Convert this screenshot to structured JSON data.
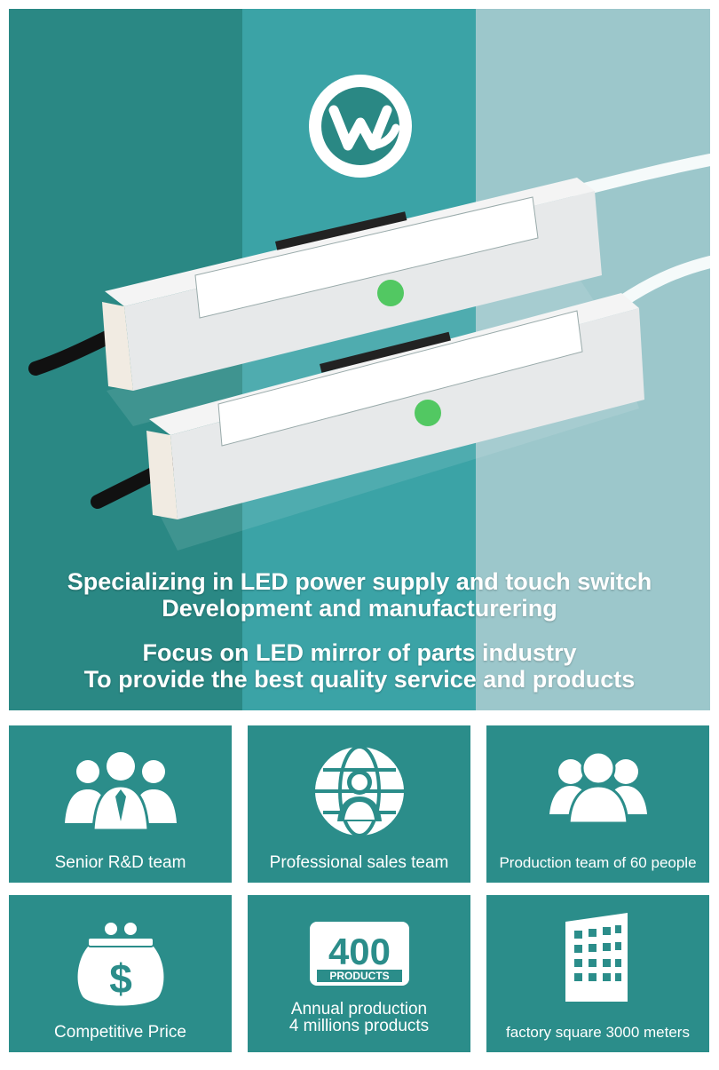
{
  "colors": {
    "teal_dark": "#2a8884",
    "teal_mid": "#3ba3a6",
    "teal_light": "#9cc7cb",
    "tile_bg": "#2b8d8a",
    "text": "#ffffff"
  },
  "hero": {
    "logo_icon": "wl-logo-icon",
    "headline_line1": "Specializing in LED power supply and touch switch",
    "headline_line2": "Development and manufacturering",
    "tagline_line1": "Focus on LED mirror of parts industry",
    "tagline_line2": "To provide the best quality service and products"
  },
  "features": [
    {
      "icon": "team-icon",
      "label": "Senior R&D team"
    },
    {
      "icon": "globe-person-icon",
      "label": "Professional sales team"
    },
    {
      "icon": "people-group-icon",
      "label": "Production team of 60 people"
    },
    {
      "icon": "coin-purse-icon",
      "label": "Competitive Price"
    },
    {
      "icon": "products-badge-icon",
      "badge_number": "400",
      "badge_text": "PRODUCTS",
      "label_line1": "Annual production",
      "label_line2": "4 millions products"
    },
    {
      "icon": "factory-building-icon",
      "label": "factory square 3000 meters"
    }
  ]
}
